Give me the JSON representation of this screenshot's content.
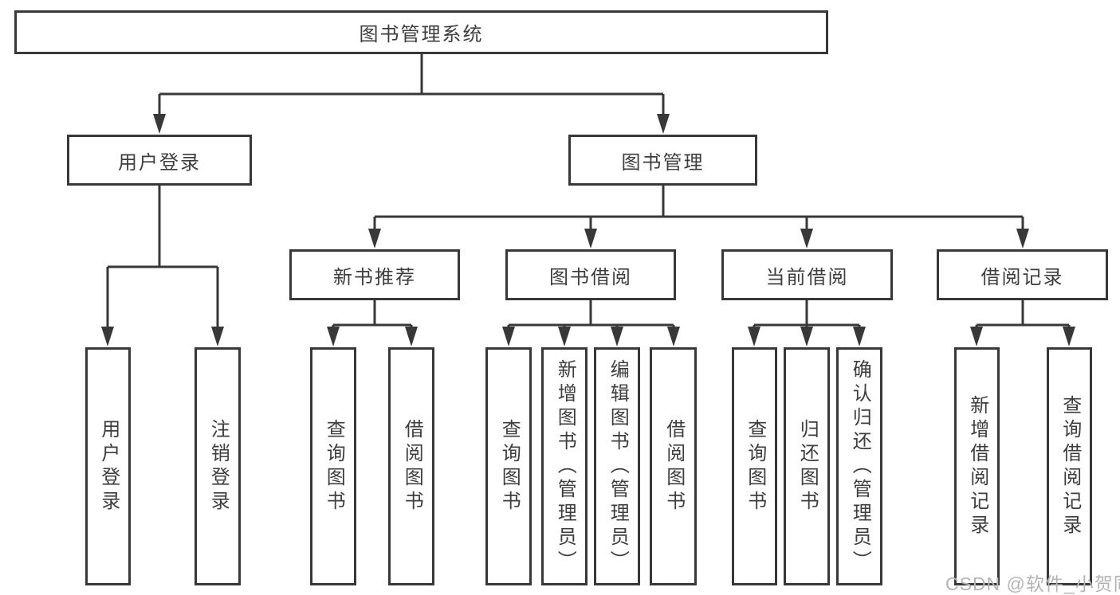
{
  "root": {
    "label": "图书管理系统"
  },
  "user_login": {
    "label": "用户登录",
    "children": [
      "用户登录",
      "注销登录"
    ]
  },
  "book_mgmt": {
    "label": "图书管理",
    "sections": [
      {
        "label": "新书推荐",
        "children": [
          "查询图书",
          "借阅图书"
        ]
      },
      {
        "label": "图书借阅",
        "children": [
          "查询图书",
          "新增图书（管理员）",
          "编辑图书（管理员）",
          "借阅图书"
        ]
      },
      {
        "label": "当前借阅",
        "children": [
          "查询图书",
          "归还图书",
          "确认归还（管理员）"
        ]
      },
      {
        "label": "借阅记录",
        "children": [
          "新增借阅记录",
          "查询借阅记录"
        ]
      }
    ]
  },
  "watermark": {
    "text": "CSDN @软件_小贺同学"
  },
  "colors": {
    "line": "#383838",
    "text": "#3d3d3d",
    "watermark": "#b4b4b4",
    "bg": "#ffffff"
  }
}
